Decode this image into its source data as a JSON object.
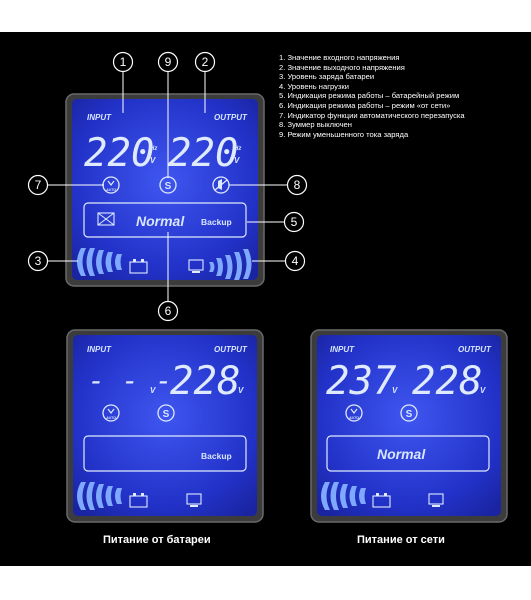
{
  "legend": [
    "1. Значение входного напряжения",
    "2. Значение выходного напряжения",
    "3. Уровень заряда батареи",
    "4. Уровень нагрузки",
    "5. Индикация режима работы – батарейный режим",
    "6. Индикация режима работы – режим «от сети»",
    "7. Индикатор функции автоматического перезапуска",
    "8. Зуммер выключен",
    "9. Режим уменьшенного тока заряда"
  ],
  "main_panel": {
    "input_label": "INPUT",
    "output_label": "OUTPUT",
    "input_value": "220",
    "output_value": "220",
    "unit": "V",
    "hz": "Hz",
    "normal_label": "Normal",
    "backup_label": "Backup",
    "auto_label": "AUTO",
    "s_label": "S",
    "callouts": [
      "1",
      "2",
      "3",
      "4",
      "5",
      "6",
      "7",
      "8",
      "9"
    ]
  },
  "battery_panel": {
    "input_label": "INPUT",
    "output_label": "OUTPUT",
    "input_value": "- - -",
    "output_value": "228",
    "unit": "V",
    "backup_label": "Backup",
    "auto_label": "AUTO",
    "s_label": "S",
    "caption": "Питание от батареи"
  },
  "mains_panel": {
    "input_label": "INPUT",
    "output_label": "OUTPUT",
    "input_value": "237",
    "output_value": "228",
    "unit": "V",
    "normal_label": "Normal",
    "auto_label": "AUTO",
    "s_label": "S",
    "caption": "Питание от сети"
  },
  "colors": {
    "lcd_blue": "#2430c8",
    "segment": "#dfeaff",
    "bezel": "#4a4a4a",
    "background": "#000000"
  }
}
